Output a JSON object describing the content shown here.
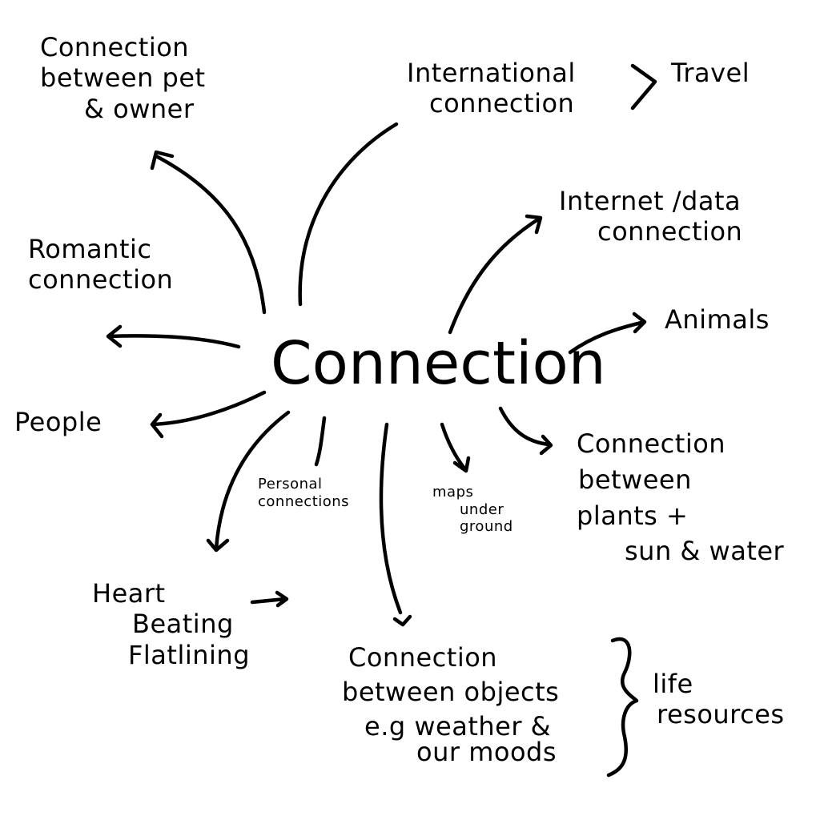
{
  "center": "Connection",
  "nodes": {
    "pet": [
      "Connection",
      "between pet",
      "& owner"
    ],
    "international": [
      "International",
      "connection"
    ],
    "travel": "Travel",
    "internet": [
      "Internet /data",
      "connection"
    ],
    "animals": "Animals",
    "romantic": [
      "Romantic",
      "connection"
    ],
    "people": "People",
    "personal": [
      "Personal",
      "connections"
    ],
    "maps": [
      "maps",
      "under",
      "ground"
    ],
    "plants": [
      "Connection",
      "between",
      "plants +",
      "sun & water"
    ],
    "heart": [
      "Heart",
      "Beating",
      "Flatlining"
    ],
    "objects": [
      "Connection",
      "between objects",
      "e.g weather &",
      "our moods"
    ],
    "life": [
      "life",
      "resources"
    ]
  }
}
